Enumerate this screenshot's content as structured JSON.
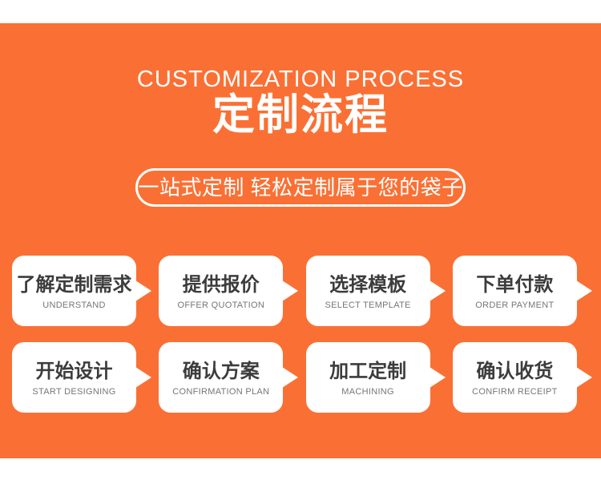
{
  "section": {
    "title_en": "CUSTOMIZATION PROCESS",
    "title_cn": "定制流程",
    "slogan": "一站式定制 轻松定制属于您的袋子",
    "colors": {
      "panel_background": "#fa7034",
      "page_background": "#ffffff",
      "title_text": "#ffffff",
      "pill_border": "#ffffff",
      "card_background": "#ffffff",
      "step_label": "#3c3c3c",
      "step_caption": "#767676"
    },
    "steps": [
      {
        "label_cn": "了解定制需求",
        "label_en": "UNDERSTAND"
      },
      {
        "label_cn": "提供报价",
        "label_en": "OFFER QUOTATION"
      },
      {
        "label_cn": "选择模板",
        "label_en": "SELECT TEMPLATE"
      },
      {
        "label_cn": "下单付款",
        "label_en": "ORDER PAYMENT"
      },
      {
        "label_cn": "开始设计",
        "label_en": "START DESIGNING"
      },
      {
        "label_cn": "确认方案",
        "label_en": "CONFIRMATION PLAN"
      },
      {
        "label_cn": "加工定制",
        "label_en": "MACHINING"
      },
      {
        "label_cn": "确认收货",
        "label_en": "CONFIRM RECEIPT"
      }
    ]
  }
}
